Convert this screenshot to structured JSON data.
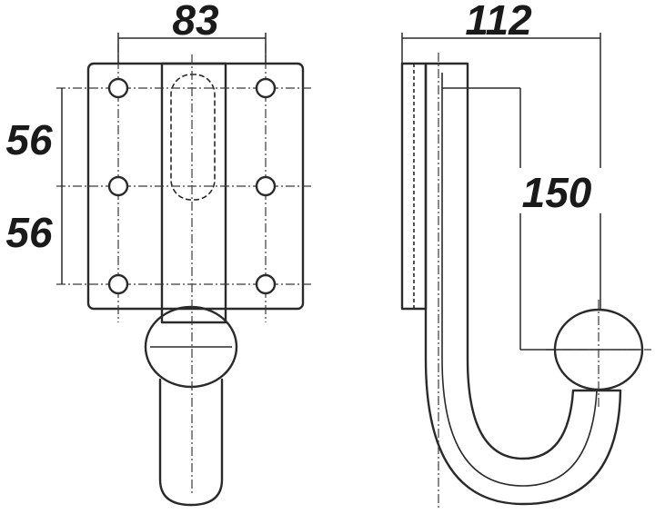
{
  "dimensions": {
    "hole_spacing_horizontal": "83",
    "hole_spacing_vertical_upper": "56",
    "hole_spacing_vertical_lower": "56",
    "overall_depth": "112",
    "overall_height": "150"
  }
}
